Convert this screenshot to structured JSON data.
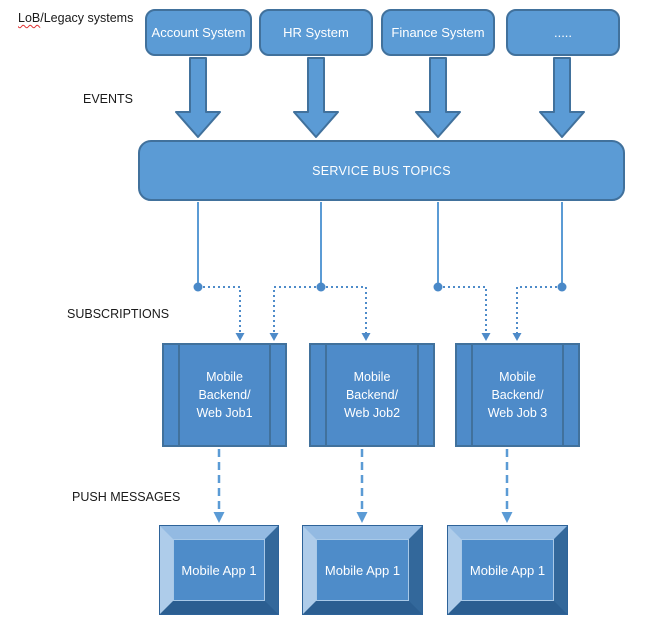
{
  "labels": {
    "lob_word": "LoB",
    "lob_rest": "/Legacy systems",
    "events": "EVENTS",
    "subscriptions": "SUBSCRIPTIONS",
    "push_messages": "PUSH MESSAGES"
  },
  "source_systems": [
    {
      "label": "Account System"
    },
    {
      "label": "HR System"
    },
    {
      "label": "Finance System"
    },
    {
      "label": "....."
    }
  ],
  "service_bus": {
    "label": "SERVICE BUS TOPICS"
  },
  "backend_jobs": [
    {
      "lines": [
        "Mobile",
        "Backend/",
        "Web Job1"
      ]
    },
    {
      "lines": [
        "Mobile",
        "Backend/",
        "Web Job2"
      ]
    },
    {
      "lines": [
        "Mobile",
        "Backend/",
        "Web Job 3"
      ]
    }
  ],
  "mobile_apps": [
    {
      "label": "Mobile App 1"
    },
    {
      "label": "Mobile App 1"
    },
    {
      "label": "Mobile App 1"
    }
  ],
  "colors": {
    "shape_fill": "#5B9BD5",
    "shape_border": "#41719C",
    "backend_fill": "#4E8BC9",
    "bevel_light": "#AECCEA",
    "bevel_dark": "#2B5E91",
    "label_text": "#1A1A1A",
    "spellcheck_underline": "#E03131"
  }
}
